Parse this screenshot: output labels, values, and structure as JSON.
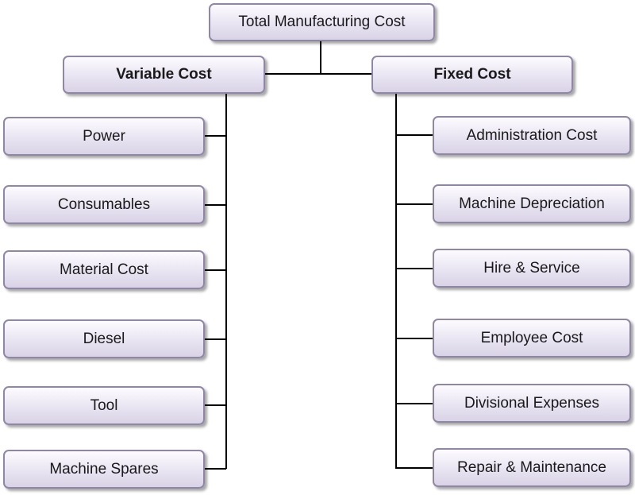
{
  "diagram": {
    "root": {
      "label": "Total Manufacturing Cost"
    },
    "variable": {
      "label": "Variable Cost",
      "items": [
        "Power",
        "Consumables",
        "Material Cost",
        "Diesel",
        "Tool",
        "Machine Spares"
      ]
    },
    "fixed": {
      "label": "Fixed Cost",
      "items": [
        "Administration Cost",
        "Machine Depreciation",
        "Hire & Service",
        "Employee Cost",
        "Divisional Expenses",
        "Repair & Maintenance"
      ]
    },
    "colors": {
      "border": "#8f86a8",
      "fill_top": "#fdfcff",
      "fill_bottom": "#d9d3e6",
      "line": "#000000"
    }
  }
}
